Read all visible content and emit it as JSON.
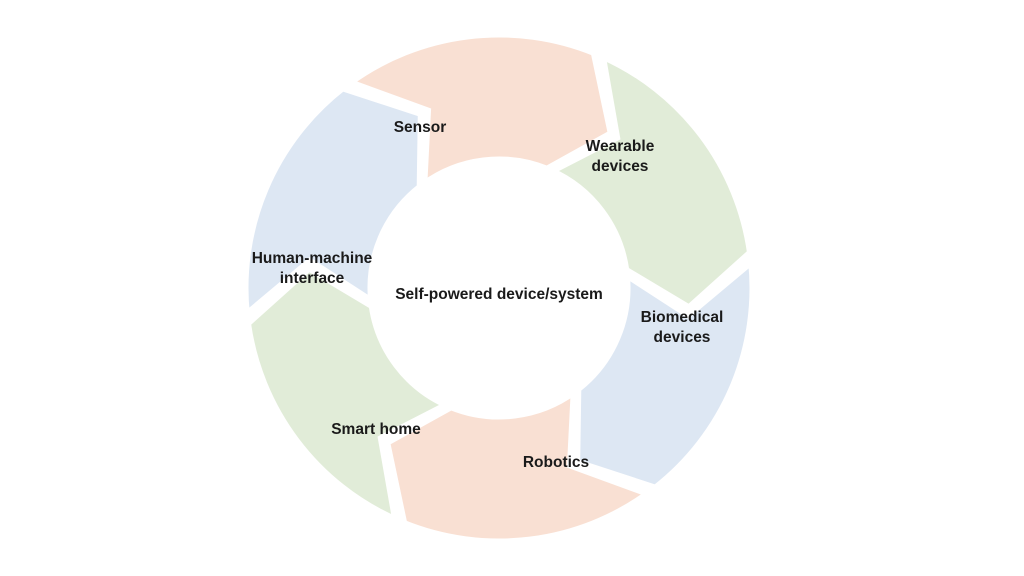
{
  "center": {
    "title": "Self-powered device/system"
  },
  "segments": [
    {
      "id": "sensor",
      "lines": [
        "Sensor"
      ],
      "color": "#f9e0d3"
    },
    {
      "id": "wearable",
      "lines": [
        "Wearable",
        "devices"
      ],
      "color": "#e1ecd8"
    },
    {
      "id": "biomedical",
      "lines": [
        "Biomedical",
        "devices"
      ],
      "color": "#dde7f3"
    },
    {
      "id": "robotics",
      "lines": [
        "Robotics"
      ],
      "color": "#f9e0d3"
    },
    {
      "id": "smart-home",
      "lines": [
        "Smart home"
      ],
      "color": "#e1ecd8"
    },
    {
      "id": "hmi",
      "lines": [
        "Human-machine",
        "interface"
      ],
      "color": "#dde7f3"
    }
  ]
}
